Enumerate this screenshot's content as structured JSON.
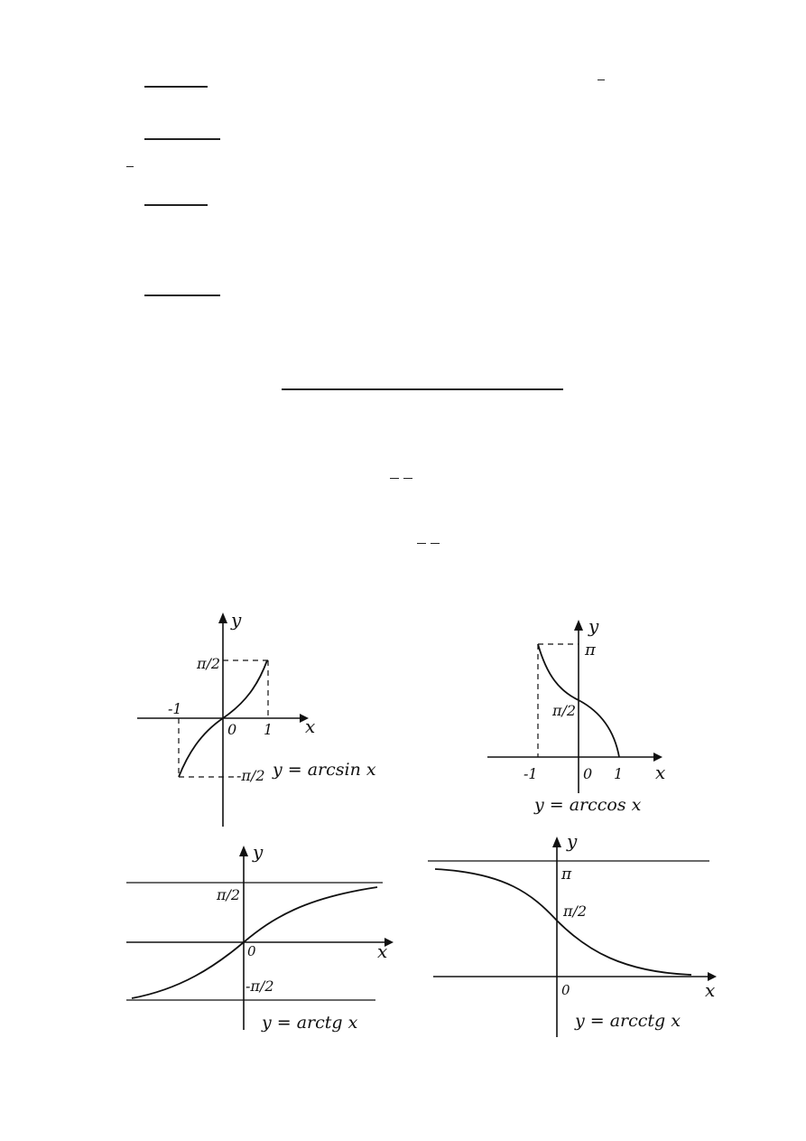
{
  "graphs": {
    "arcsin": {
      "y_axis_label": "y",
      "x_axis_label": "x",
      "top_label": "π/2",
      "bottom_label": "-π/2",
      "left_tick": "-1",
      "origin": "0",
      "right_tick": "1",
      "caption": "y = arcsin x"
    },
    "arccos": {
      "y_axis_label": "y",
      "x_axis_label": "x",
      "top_label": "π",
      "mid_label": "π/2",
      "left_tick": "-1",
      "origin": "0",
      "right_tick": "1",
      "caption": "y = arccos x"
    },
    "arctg": {
      "y_axis_label": "y",
      "x_axis_label": "x",
      "top_label": "π/2",
      "bottom_label": "-π/2",
      "origin": "0",
      "caption": "y = arctg x"
    },
    "arcctg": {
      "y_axis_label": "y",
      "x_axis_label": "x",
      "top_label": "π",
      "mid_label": "π/2",
      "origin": "0",
      "caption": "y = arcctg x"
    }
  }
}
